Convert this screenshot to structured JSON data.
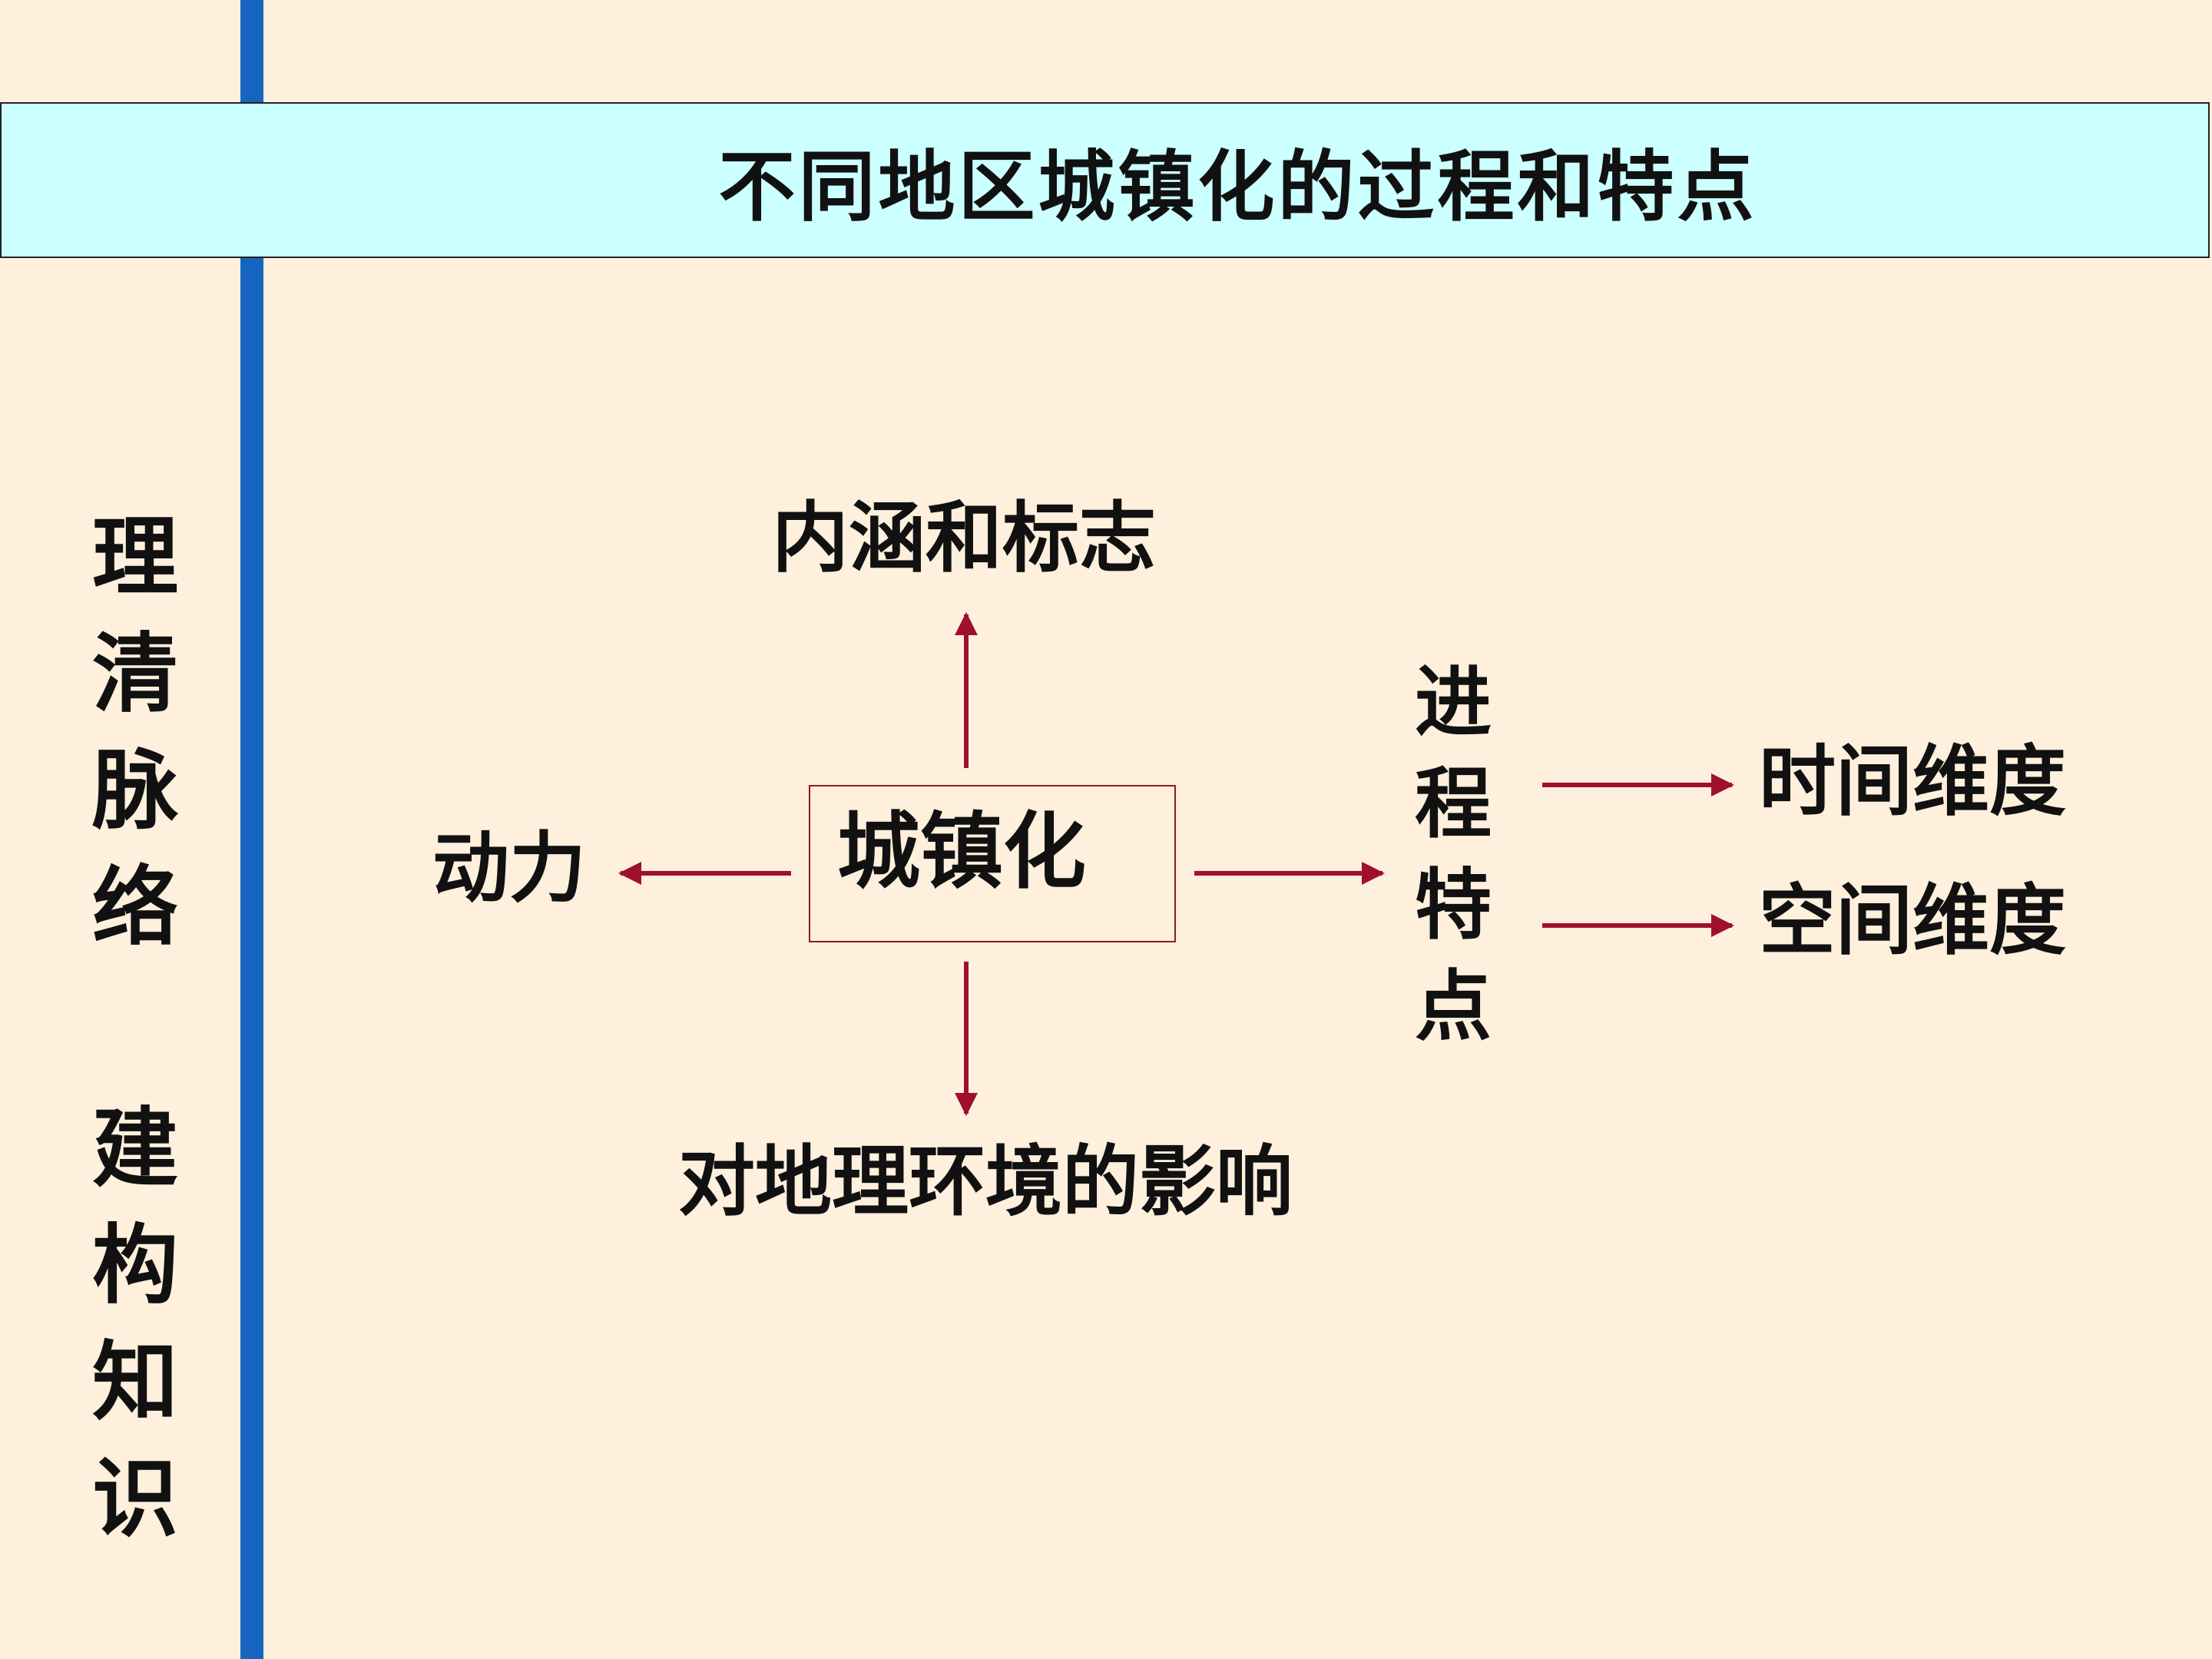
{
  "title": "不同地区城镇化的过程和特点",
  "side": {
    "top_chars": [
      "理",
      "清",
      "脉",
      "络"
    ],
    "bottom_chars": [
      "建",
      "构",
      "知",
      "识"
    ]
  },
  "diagram": {
    "center": "城镇化",
    "top": "内涵和标志",
    "left": "动力",
    "bottom": "对地理环境的影响",
    "right_chars": [
      "进",
      "程",
      "特",
      "点"
    ],
    "branch_1": "时间维度",
    "branch_2": "空间维度"
  },
  "colors": {
    "background": "#FEF0DC",
    "banner": "#CCFFFF",
    "left_bar": "#1565C0",
    "arrow": "#A0102E"
  }
}
